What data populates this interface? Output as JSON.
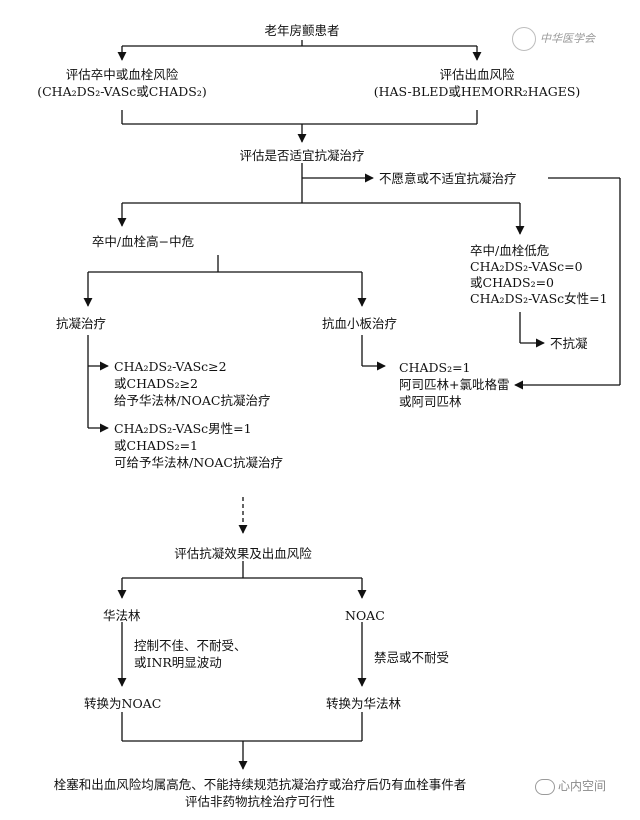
{
  "nodes": {
    "elderly_af": "老年房颤患者",
    "stroke_risk_line1": "评估卒中或血栓风险",
    "stroke_risk_line2": "(CHA₂DS₂-VASc或CHADS₂)",
    "bleed_risk_line1": "评估出血风险",
    "bleed_risk_line2": "(HAS-BLED或HEMORR₂HAGES)",
    "assess_suitability": "评估是否适宜抗凝治疗",
    "unwilling": "不愿意或不适宜抗凝治疗",
    "high_mid_risk": "卒中/血栓高−中危",
    "low_risk_line1": "卒中/血栓低危",
    "low_risk_line2": "CHA₂DS₂-VASc=0",
    "low_risk_line3": "或CHADS₂=0",
    "low_risk_line4": "CHA₂DS₂-VASc女性=1",
    "anticoag": "抗凝治疗",
    "antiplatelet": "抗血小板治疗",
    "no_anticoag": "不抗凝",
    "ap_detail_line1": "CHADS₂=1",
    "ap_detail_line2": "阿司匹林+氯吡格雷",
    "ap_detail_line3": "或阿司匹林",
    "ac_a_line1": "CHA₂DS₂-VASc≥2",
    "ac_a_line2": "或CHADS₂≥2",
    "ac_a_line3": "给予华法林/NOAC抗凝治疗",
    "ac_b_line1": "CHA₂DS₂-VASc男性=1",
    "ac_b_line2": "或CHADS₂=1",
    "ac_b_line3": "可给予华法林/NOAC抗凝治疗",
    "assess_effect": "评估抗凝效果及出血风险",
    "warfarin": "华法林",
    "noac": "NOAC",
    "warf_reason_line1": "控制不佳、不耐受、",
    "warf_reason_line2": "或INR明显波动",
    "noac_reason": "禁忌或不耐受",
    "to_noac": "转换为NOAC",
    "to_warfarin": "转换为华法林",
    "final_line1": "栓塞和出血风险均属高危、不能持续规范抗凝治疗或治疗后仍有血栓事件者",
    "final_line2": "评估非药物抗栓治疗可行性"
  },
  "watermarks": {
    "top_right": "中华医学会",
    "bottom_right": "心内空间"
  }
}
